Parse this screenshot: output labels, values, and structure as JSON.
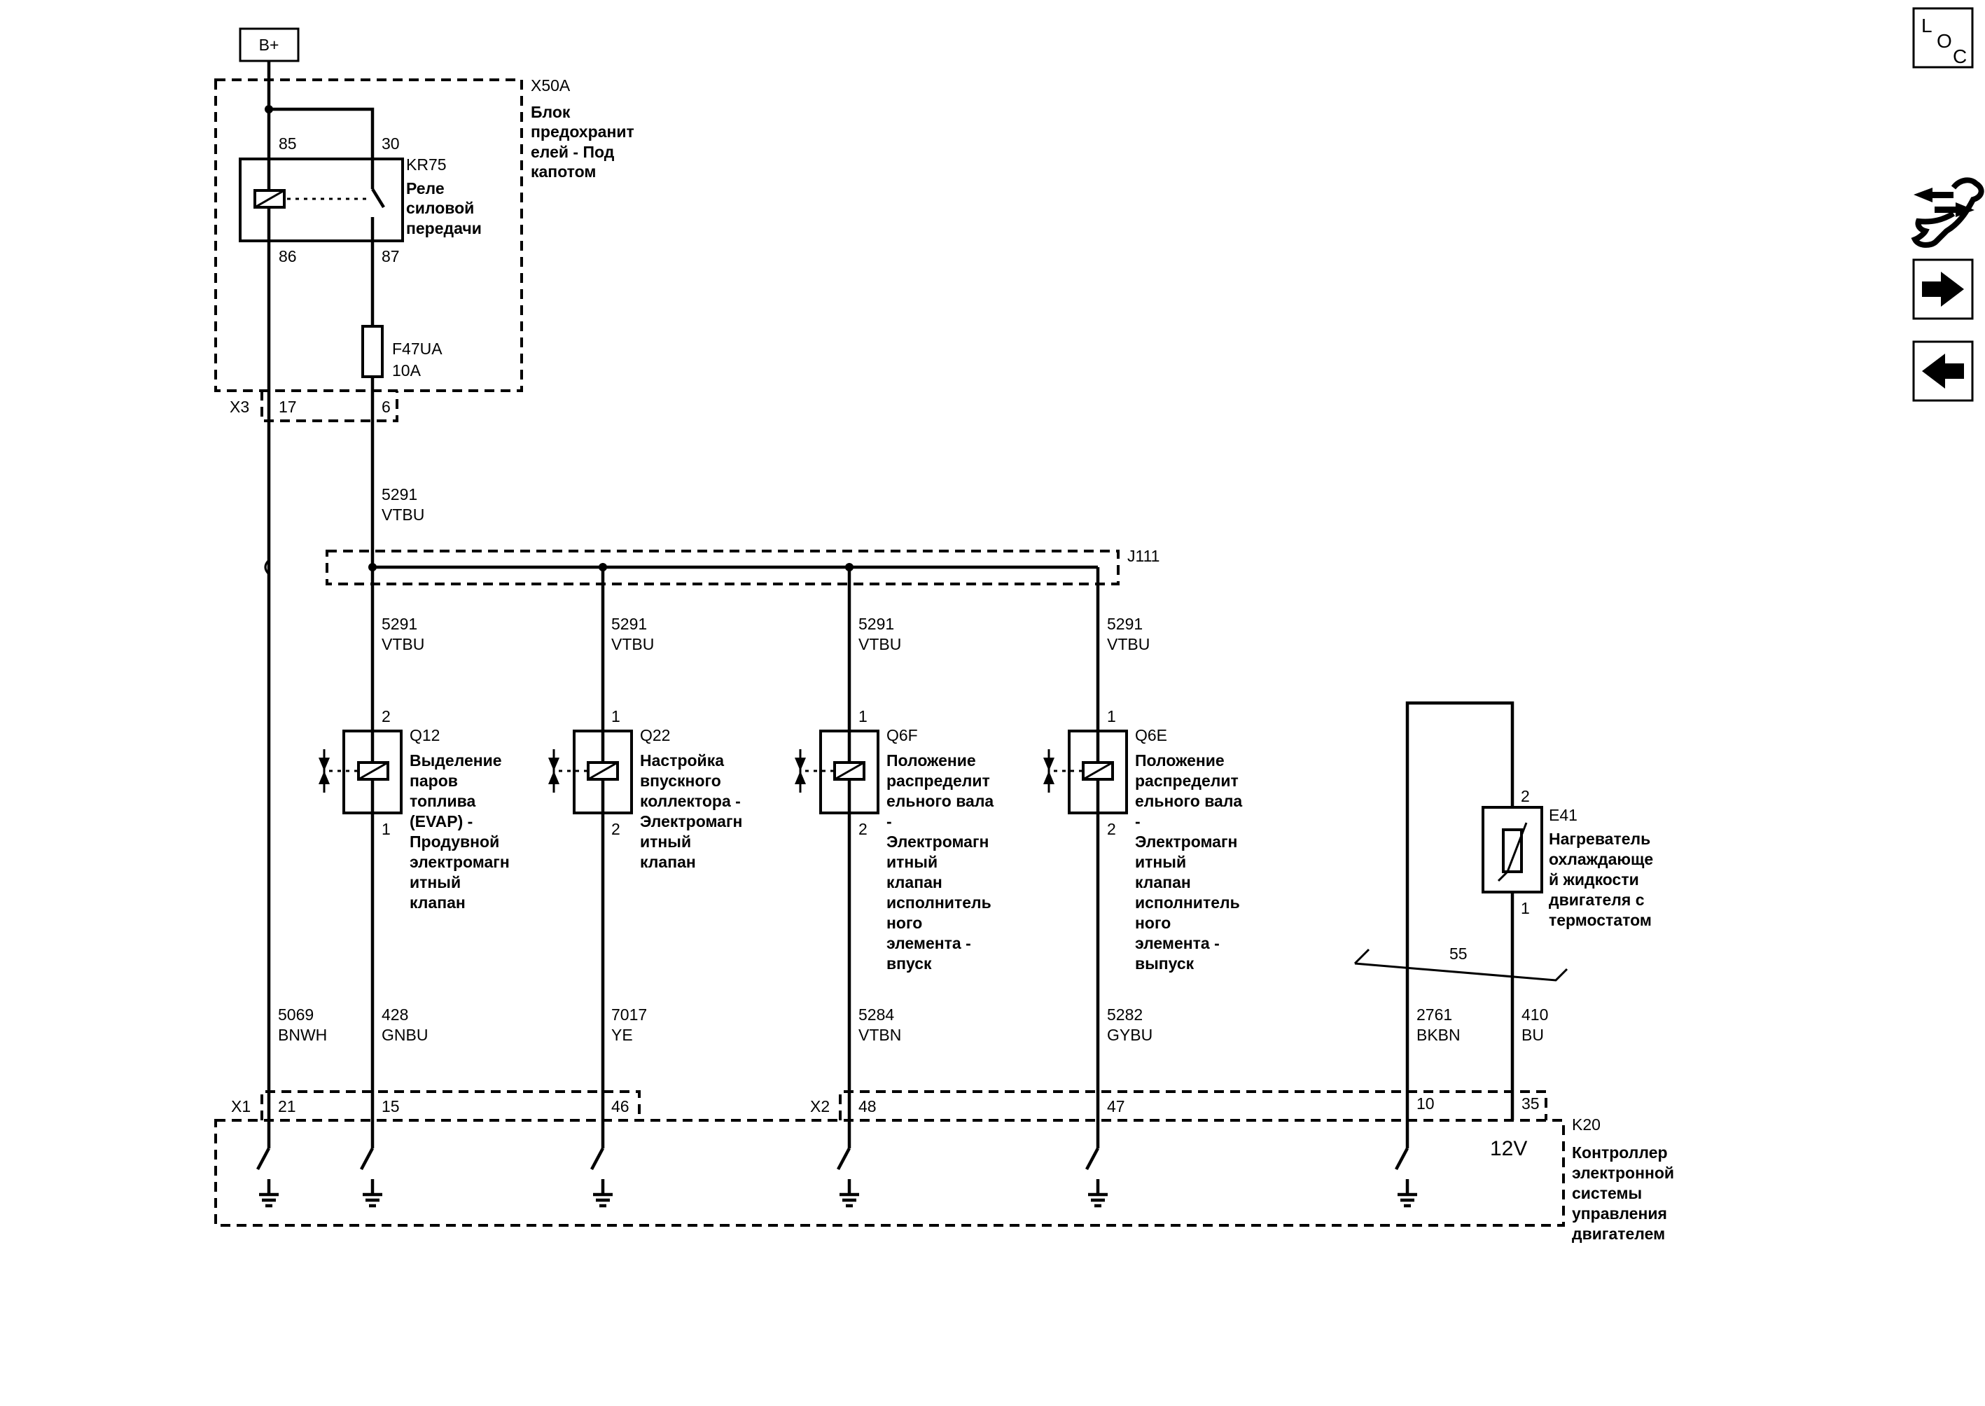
{
  "power": {
    "label": "B+"
  },
  "fuse_block": {
    "id": "X50A",
    "name_lines": [
      "Блок",
      "предохранит",
      "елей - Под",
      "капотом"
    ],
    "connector": "X3",
    "pins": [
      "17",
      "6"
    ]
  },
  "relay": {
    "id": "KR75",
    "name_lines": [
      "Реле",
      "силовой",
      "передачи"
    ],
    "pins": [
      "85",
      "30",
      "86",
      "87"
    ]
  },
  "fuse": {
    "id": "F47UA",
    "rating": "10A"
  },
  "feed_wire": {
    "circuit": "5291",
    "color": "VTBU"
  },
  "splice": {
    "id": "J111"
  },
  "branches": [
    {
      "wire_in": {
        "circuit": "5291",
        "color": "VTBU"
      },
      "id": "Q12",
      "pin_top": "2",
      "pin_bottom": "1",
      "name_lines": [
        "Выделение",
        "паров",
        "топлива",
        "(EVAP) -",
        "Продувной",
        "электромагн",
        "итный",
        "клапан"
      ],
      "wire_out": {
        "circuit": "428",
        "color": "GNBU"
      },
      "ecm_pin": "15"
    },
    {
      "wire_in": {
        "circuit": "5291",
        "color": "VTBU"
      },
      "id": "Q22",
      "pin_top": "1",
      "pin_bottom": "2",
      "name_lines": [
        "Настройка",
        "впускного",
        "коллектора -",
        "Электромагн",
        "итный",
        "клапан"
      ],
      "wire_out": {
        "circuit": "7017",
        "color": "YE"
      },
      "ecm_pin": "46"
    },
    {
      "wire_in": {
        "circuit": "5291",
        "color": "VTBU"
      },
      "id": "Q6F",
      "pin_top": "1",
      "pin_bottom": "2",
      "name_lines": [
        "Положение",
        "распределит",
        "ельного вала",
        "-",
        "Электромагн",
        "итный",
        "клапан",
        "исполнитель",
        "ного",
        "элемента -",
        "впуск"
      ],
      "wire_out": {
        "circuit": "5284",
        "color": "VTBN"
      },
      "ecm_pin": "48"
    },
    {
      "wire_in": {
        "circuit": "5291",
        "color": "VTBU"
      },
      "id": "Q6E",
      "pin_top": "1",
      "pin_bottom": "2",
      "name_lines": [
        "Положение",
        "распределит",
        "ельного вала",
        "-",
        "Электромагн",
        "итный",
        "клапан",
        "исполнитель",
        "ного",
        "элемента -",
        "выпуск"
      ],
      "wire_out": {
        "circuit": "5282",
        "color": "GYBU"
      },
      "ecm_pin": "47"
    }
  ],
  "relay_control_wire": {
    "circuit": "5069",
    "color": "BNWH",
    "ecm_pin": "21"
  },
  "heater": {
    "id": "E41",
    "pin_top": "2",
    "pin_bottom": "1",
    "name_lines": [
      "Нагреватель",
      "охлаждающе",
      "й жидкости",
      "двигателя с",
      "термостатом"
    ],
    "shield_label": "55",
    "wires": [
      {
        "circuit": "2761",
        "color": "BKBN",
        "ecm_pin": "10"
      },
      {
        "circuit": "410",
        "color": "BU",
        "ecm_pin": "35"
      }
    ],
    "voltage": "12V"
  },
  "ecm": {
    "id": "K20",
    "connectors": [
      "X1",
      "X2"
    ],
    "name_lines": [
      "Контроллер",
      "электронной",
      "системы",
      "управления",
      "двигателем"
    ]
  },
  "nav": {
    "loc_letters": [
      "L",
      "O",
      "C"
    ],
    "icons": [
      "component-locator-icon",
      "wrench-arrows-icon",
      "arrow-right-icon",
      "arrow-left-icon"
    ]
  }
}
